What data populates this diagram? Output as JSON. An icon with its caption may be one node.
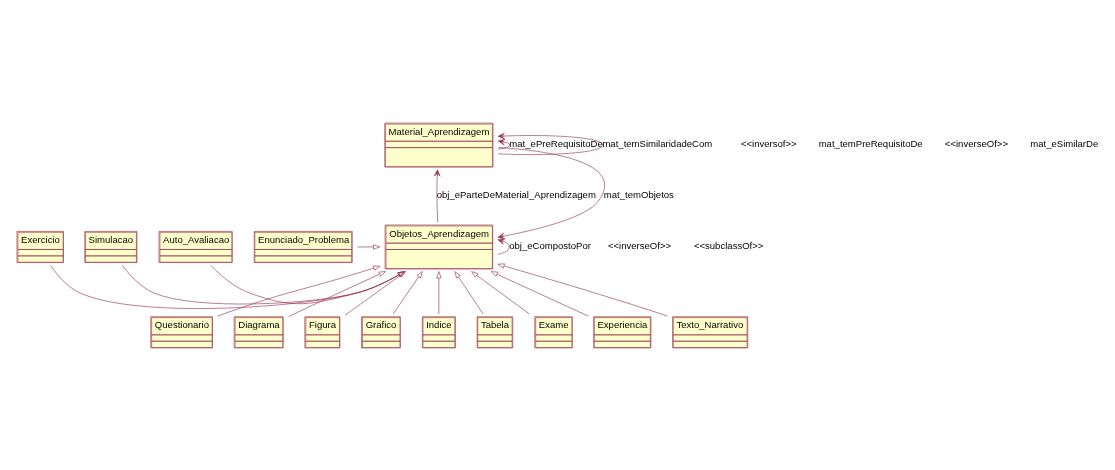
{
  "diagram": {
    "nodes": [
      {
        "text": [
          "Material_Aprendizagem"
        ]
      },
      {
        "text": [
          "Objetos_Aprendizagem"
        ]
      },
      {
        "text": [
          "Exercicio"
        ]
      },
      {
        "text": [
          "Simulacao"
        ]
      },
      {
        "text": [
          "Questionario"
        ]
      },
      {
        "text": [
          "Diagrama"
        ]
      },
      {
        "text": [
          "Figura"
        ]
      },
      {
        "text": [
          "Grafico"
        ]
      },
      {
        "text": [
          "Indice"
        ]
      },
      {
        "text": [
          "Tabela"
        ]
      },
      {
        "text": [
          "Exame"
        ]
      },
      {
        "text": [
          "Experiencia"
        ]
      },
      {
        "text": [
          "Auto_Avaliacao"
        ]
      },
      {
        "text": [
          "Enunciado_Problema"
        ]
      },
      {
        "text": [
          "Texto_Narrativo"
        ]
      }
    ],
    "edges": [
      {
        "from": 0,
        "to": 0,
        "arrow": "to",
        "label": "mat_ePreRequisitoDe"
      },
      {
        "from": 0,
        "to": 0,
        "arrow": "to",
        "label": "mat_temSimilaridadeCom"
      },
      {
        "from": 0,
        "to": 1,
        "arrow": "to",
        "label": "mat_temObjetos"
      },
      {
        "from": 1,
        "to": 0,
        "arrow": "to",
        "label": "obj_eParteDeMaterial_Aprendizagem"
      },
      {
        "from": 1,
        "to": 1,
        "arrow": "to",
        "label": "obj_eCompostoPor"
      },
      {
        "from": 2,
        "to": 1,
        "arrow": "to"
      },
      {
        "from": 3,
        "to": 1,
        "arrow": "to"
      },
      {
        "from": 4,
        "to": 1,
        "arrow": "to"
      },
      {
        "from": 5,
        "to": 1,
        "arrow": "to"
      },
      {
        "from": 6,
        "to": 1,
        "arrow": "to"
      },
      {
        "from": 7,
        "to": 1,
        "arrow": "to"
      },
      {
        "from": 8,
        "to": 1,
        "arrow": "to"
      },
      {
        "from": 9,
        "to": 1,
        "arrow": "to"
      },
      {
        "from": 10,
        "to": 1,
        "arrow": "to"
      },
      {
        "from": 11,
        "to": 1,
        "arrow": "to"
      },
      {
        "from": 12,
        "to": 1,
        "arrow": "to"
      },
      {
        "from": 13,
        "to": 1,
        "arrow": "to"
      },
      {
        "from": 14,
        "to": 1,
        "arrow": "to"
      }
    ],
    "labels": [
      "<<inversof>>",
      "mat_temPreRequisitoDe",
      "<<inverseOf>>",
      "mat_eSimilarDe",
      "<<inverseOf>>",
      "<<subclassOf>>"
    ]
  }
}
